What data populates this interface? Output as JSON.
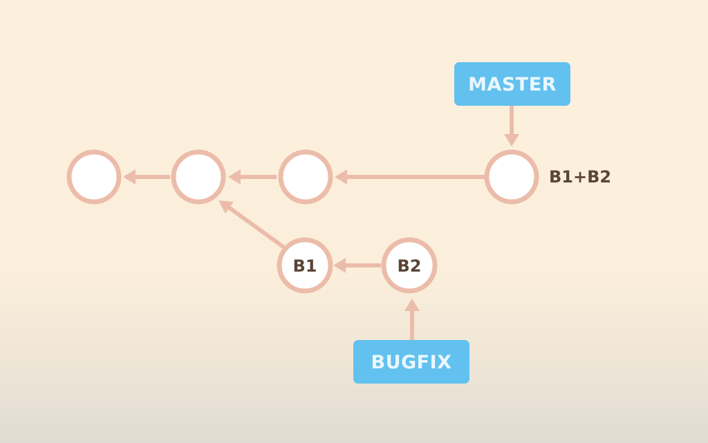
{
  "colors": {
    "edge": "#ecbcaa",
    "node_fill": "#ffffff",
    "node_stroke": "#ecbcaa",
    "tag_fill": "#62c1ee",
    "tag_text": "#eaf7ff",
    "label_text": "#5a4537"
  },
  "nodes": {
    "c1": {
      "label": ""
    },
    "c2": {
      "label": ""
    },
    "c3": {
      "label": ""
    },
    "merge": {
      "label": "",
      "side_label": "B1+B2"
    },
    "b1": {
      "label": "B1"
    },
    "b2": {
      "label": "B2"
    }
  },
  "branches": {
    "master": {
      "label": "MASTER"
    },
    "bugfix": {
      "label": "BUGFIX"
    }
  }
}
